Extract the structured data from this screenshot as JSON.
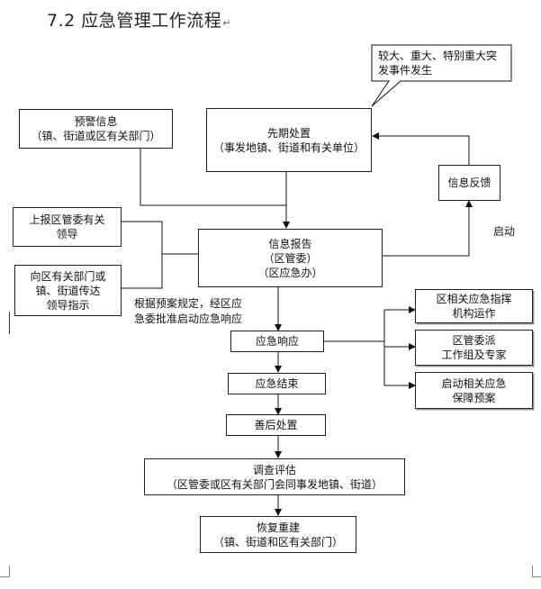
{
  "heading": "7.2 应急管理工作流程",
  "return_mark": "↵",
  "nodes": {
    "callout": [
      "较大、重大、特别重大突",
      "发事件发生"
    ],
    "early_warning": [
      "预警信息",
      "（镇、街道或区有关部门）"
    ],
    "initial_response": [
      "先期处置",
      "（事发地镇、街道和有关单位）"
    ],
    "feedback": [
      "信息反馈"
    ],
    "report_upper": [
      "上报区管委有关",
      "领导"
    ],
    "info_report": [
      "信息报告",
      "（区管委）",
      "（区应急办）"
    ],
    "convey_instructions": [
      "向区有关部门或",
      "镇、街道传达",
      "领导指示"
    ],
    "command_org": [
      "区相关应急指挥",
      "机构运作"
    ],
    "working_group": [
      "区管委派",
      "工作组及专家"
    ],
    "support_plan": [
      "启动相关应急",
      "保障预案"
    ],
    "emergency_response": [
      "应急响应"
    ],
    "emergency_end": [
      "应急结束"
    ],
    "aftermath": [
      "善后处置"
    ],
    "investigation": [
      "调查评估",
      "（区管委或区有关部门会同事发地镇、街道）"
    ],
    "reconstruction": [
      "恢复重建",
      "（镇、街道和区有关部门）"
    ]
  },
  "labels": {
    "activate": "启动",
    "approval": [
      "根据预案规定，经区应",
      "急委批准启动应急响应"
    ]
  }
}
